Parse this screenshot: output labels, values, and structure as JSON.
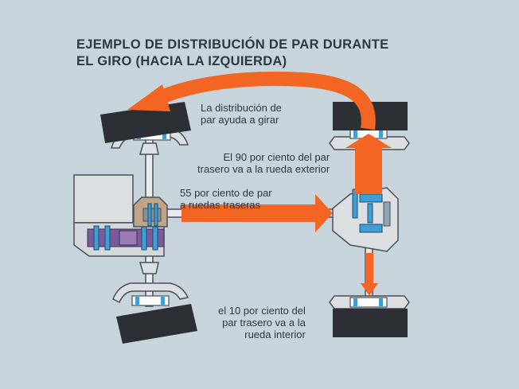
{
  "title": {
    "line1": "EJEMPLO DE DISTRIBUCIÓN DE PAR DURANTE",
    "line2": "EL GIRO (HACIA LA IZQUIERDA)"
  },
  "labels": {
    "turn_assist": {
      "line1": "La distribución de",
      "line2": "par ayuda a girar"
    },
    "outer_wheel": {
      "line1": "El 90 por ciento del par",
      "line2": "trasero va a la rueda exterior"
    },
    "rear_split": {
      "line1": "55 por ciento de par",
      "line2": "a ruedas traseras"
    },
    "inner_wheel": {
      "line1": "el 10 por ciento del",
      "line2": "par trasero va a la",
      "line3": "rueda interior"
    }
  },
  "colors": {
    "background": "#c7d4dc",
    "arrow": "#f26522",
    "tire": "#2c2f33",
    "metal": "#cfd3d7",
    "metal_stroke": "#4a5058",
    "gear_blue": "#3f9fd4",
    "gear_purple": "#7b5a9c",
    "clutch_tan": "#c0a488",
    "text": "#2e3842"
  }
}
